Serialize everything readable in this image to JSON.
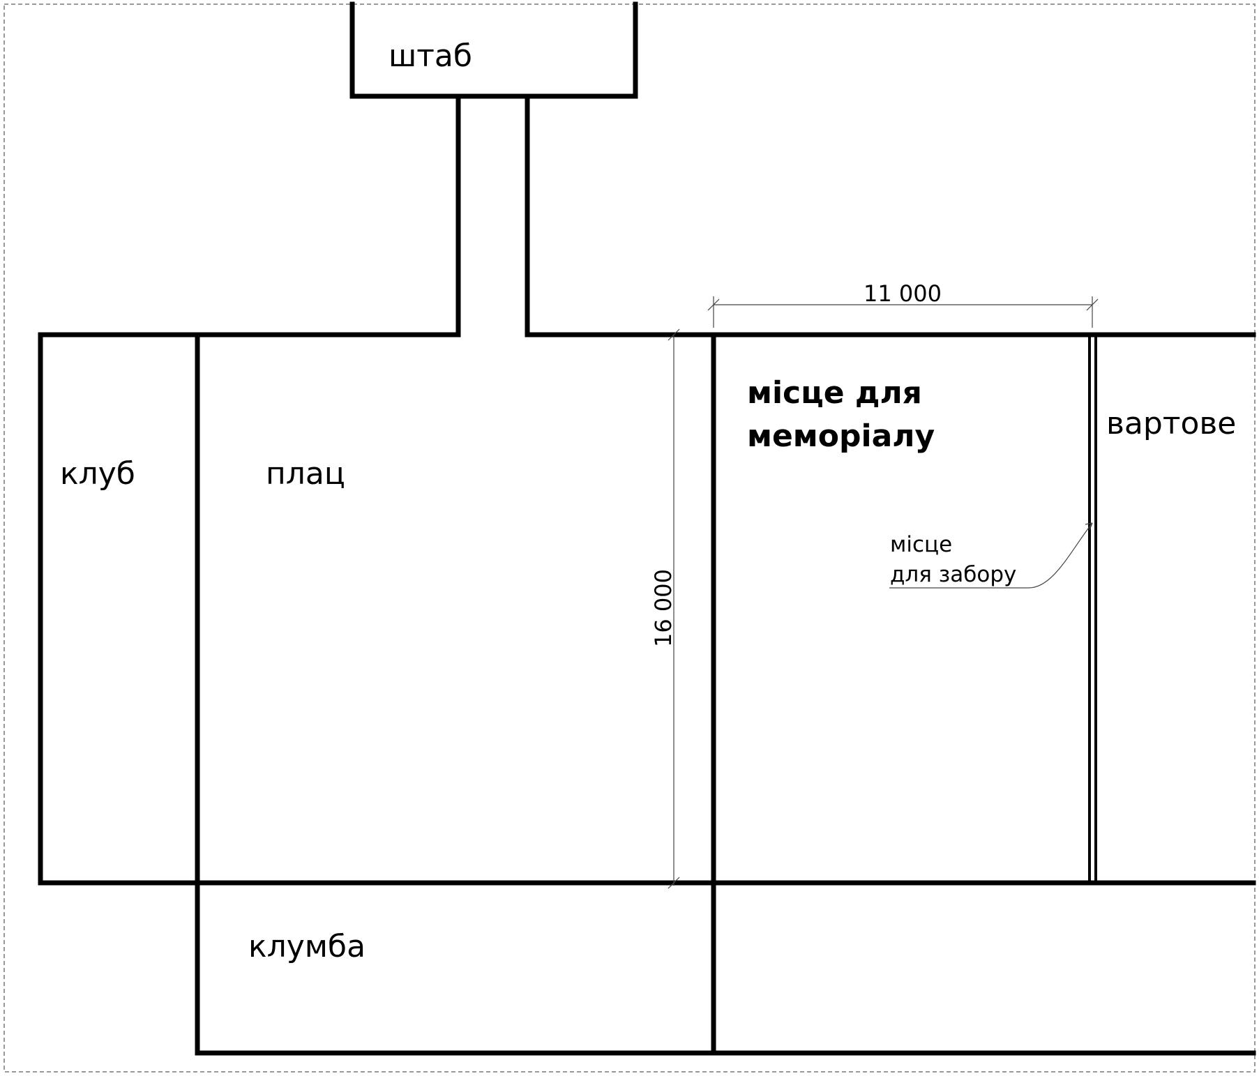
{
  "plan": {
    "rooms": {
      "shtab": "штаб",
      "klub": "клуб",
      "plats": "плац",
      "memorial_line1": "місце для",
      "memorial_line2": "меморіалу",
      "vartove": "вартове",
      "klumba": "клумба"
    },
    "annotation": {
      "line1": "місце",
      "line2": "для забору"
    },
    "dimensions": {
      "width_label": "11 000",
      "height_label": "16 000"
    }
  }
}
